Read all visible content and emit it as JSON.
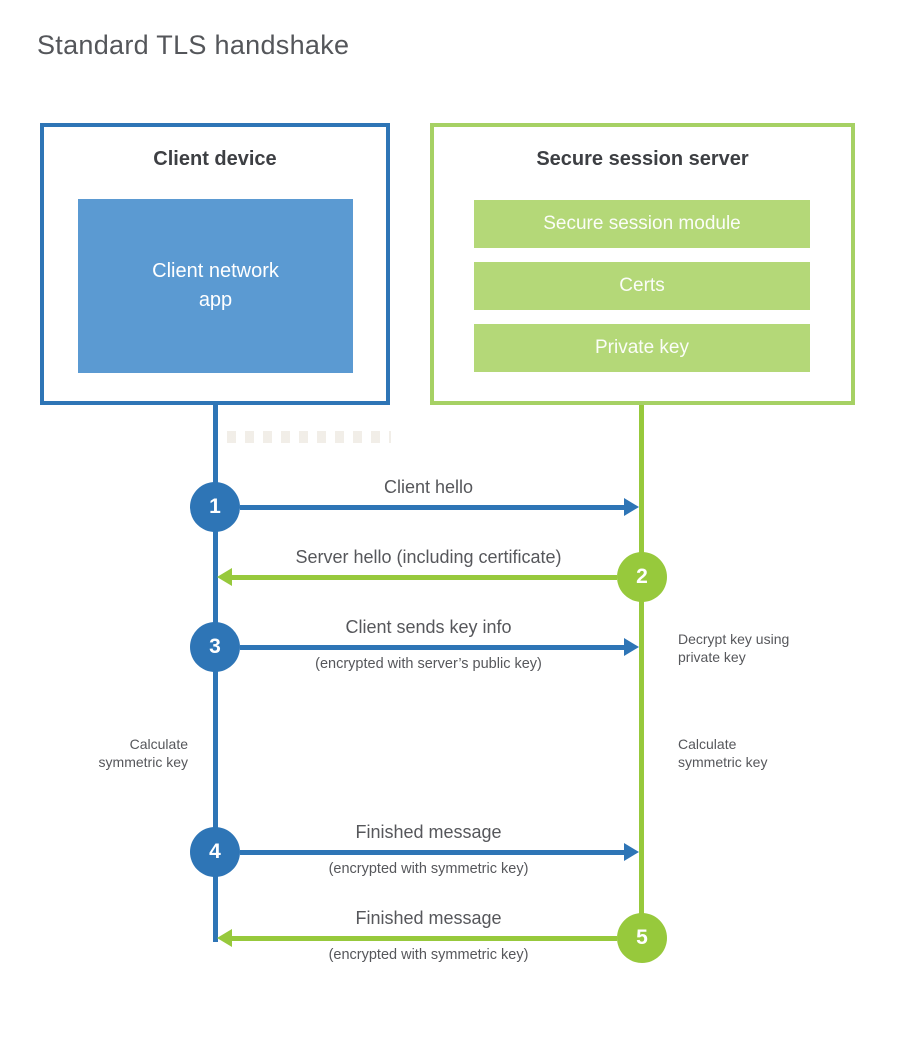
{
  "page": {
    "title": "Standard TLS handshake"
  },
  "colors": {
    "blue_strong": "#2e75b6",
    "blue_fill": "#5b9ad2",
    "green_line": "#97c93c",
    "green_border": "#a6d164",
    "green_fill": "#b4d878",
    "title_text": "#54565a",
    "heading_text": "#3d3f43",
    "label_text": "#56575b"
  },
  "client_box": {
    "title": "Client device",
    "app_label": "Client network\napp"
  },
  "server_box": {
    "title": "Secure session server",
    "modules": [
      "Secure session module",
      "Certs",
      "Private key"
    ]
  },
  "steps": [
    {
      "number": "1",
      "from": "client",
      "direction": "right",
      "label": "Client hello",
      "sublabel": ""
    },
    {
      "number": "2",
      "from": "server",
      "direction": "left",
      "label": "Server hello (including certificate)",
      "sublabel": ""
    },
    {
      "number": "3",
      "from": "client",
      "direction": "right",
      "label": "Client sends key info",
      "sublabel": "(encrypted with server’s public key)"
    },
    {
      "number": "4",
      "from": "client",
      "direction": "right",
      "label": "Finished message",
      "sublabel": "(encrypted with symmetric key)"
    },
    {
      "number": "5",
      "from": "server",
      "direction": "left",
      "label": "Finished message",
      "sublabel": "(encrypted with symmetric key)"
    }
  ],
  "annotations": {
    "decrypt_note": "Decrypt key using\nprivate key",
    "calc_left": "Calculate\nsymmetric key",
    "calc_right": "Calculate\nsymmetric key"
  }
}
